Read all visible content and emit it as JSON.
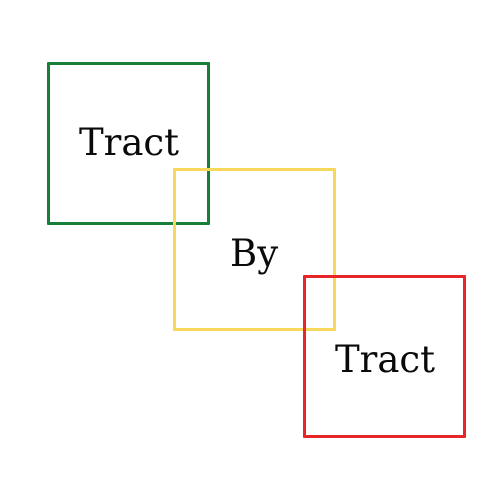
{
  "logo": {
    "words": [
      "Tract",
      "By",
      "Tract"
    ],
    "colors": {
      "green": "#16803a",
      "yellow": "#f7d85a",
      "red": "#e8262a",
      "text": "#0a0a0a"
    }
  }
}
